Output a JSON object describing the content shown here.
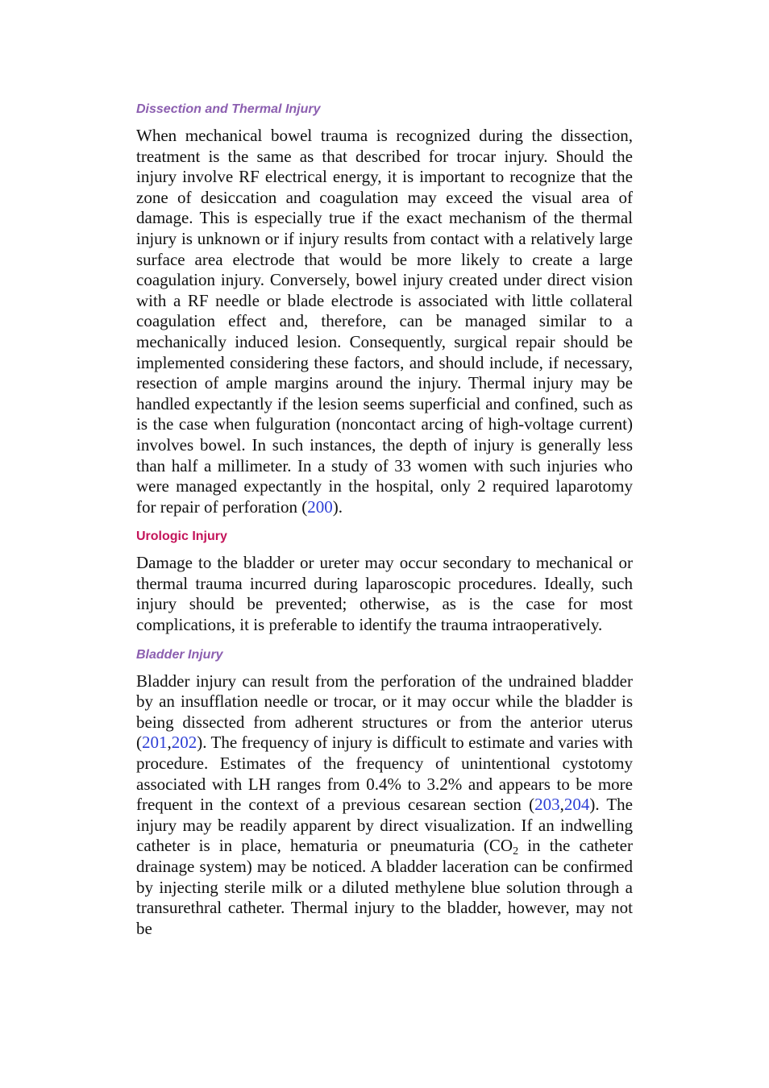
{
  "sections": {
    "dissection": {
      "heading": "Dissection and Thermal Injury",
      "text": "When mechanical bowel trauma is recognized during the dissection, treatment is the same as that described for trocar injury. Should the injury involve RF electrical energy, it is important to recognize that the zone of desiccation and coagulation may exceed the visual area of damage. This is especially true if the exact mechanism of the thermal injury is unknown or if injury results from contact with a relatively large surface area electrode that would be more likely to create a large coagulation injury. Conversely, bowel injury created under direct vision with a RF needle or blade electrode is associated with little collateral coagulation effect and, therefore, can be managed similar to a mechanically induced lesion. Consequently, surgical repair should be implemented considering these factors, and should include, if necessary, resection of ample margins around the injury. Thermal injury may be handled expectantly if the lesion seems superficial and confined, such as is the case when fulguration (noncontact arcing of high-voltage current) involves bowel. In such instances, the depth of injury is generally less than half a millimeter. In a study of 33 women with such injuries who were managed expectantly in the hospital, only 2 required laparotomy for repair of perforation (",
      "ref": "200",
      "text_end": ")."
    },
    "urologic": {
      "heading": "Urologic Injury",
      "text": "Damage to the bladder or ureter may occur secondary to mechanical or thermal trauma incurred during laparoscopic procedures. Ideally, such injury should be prevented; otherwise, as is the case for most complications, it is preferable to identify the trauma intraoperatively."
    },
    "bladder": {
      "heading": "Bladder Injury",
      "text_1": "Bladder injury can result from the perforation of the undrained bladder by an insufflation needle or trocar, or it may occur while the bladder is being dissected from adherent structures or from the anterior uterus (",
      "ref_1a": "201",
      "ref_sep": ",",
      "ref_1b": "202",
      "text_2": "). The frequency of injury is difficult to estimate and varies with procedure. Estimates of the frequency of unintentional cystotomy associated with LH ranges from 0.4% to 3.2% and appears to be more frequent in the context of a previous cesarean section (",
      "ref_2a": "203",
      "ref_2b": "204",
      "text_3": "). The injury may be readily apparent by direct visualization. If an indwelling catheter is in place, hematuria or pneumaturia (CO",
      "sub": "2",
      "text_4": " in the catheter drainage system) may be noticed. A bladder laceration can be confirmed by injecting sterile milk or a diluted methylene blue solution through a transurethral catheter. Thermal injury to the bladder, however, may not be"
    }
  },
  "colors": {
    "sub_heading": "#8c5fb0",
    "main_heading": "#c4145a",
    "reference_link": "#2d3fd6"
  }
}
